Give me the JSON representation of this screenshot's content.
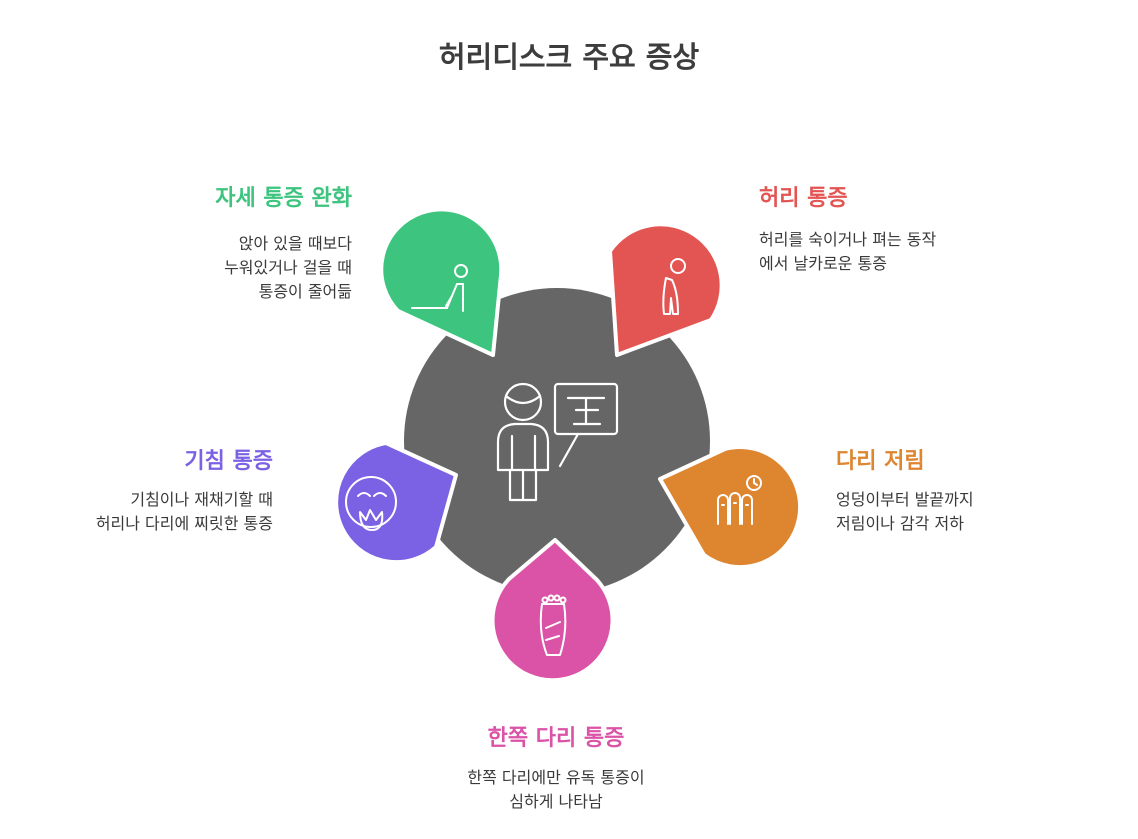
{
  "title": "허리디스크 주요 증상",
  "colors": {
    "hub": "#666666",
    "green": "#3DC47E",
    "red": "#E35553",
    "orange": "#DE8530",
    "pink": "#DB53A7",
    "purple": "#7B62E4",
    "icon_stroke": "#ffffff"
  },
  "symptoms": [
    {
      "key": "posture_relief",
      "heading": "자세 통증 완화",
      "lines": [
        "앉아 있을 때보다",
        "누워있거나 걸을 때",
        "통증이 줄어듦"
      ],
      "color": "#3DC47E",
      "icon": "lying-stretch-icon"
    },
    {
      "key": "back_pain",
      "heading": "허리 통증",
      "lines": [
        "허리를 숙이거나 펴는 동작",
        "에서 날카로운 통증"
      ],
      "color": "#E35553",
      "icon": "bending-person-icon"
    },
    {
      "key": "leg_numbness",
      "heading": "다리 저림",
      "lines": [
        "엉덩이부터 발끝까지",
        "저림이나 감각 저하"
      ],
      "color": "#DE8530",
      "icon": "numb-fingers-icon"
    },
    {
      "key": "one_leg_pain",
      "heading": "한쪽 다리 통증",
      "lines": [
        "한쪽 다리에만 유독 통증이",
        "심하게 나타남"
      ],
      "color": "#DB53A7",
      "icon": "foot-icon"
    },
    {
      "key": "cough_pain",
      "heading": "기침 통증",
      "lines": [
        "기침이나 재채기할 때",
        "허리나 다리에 찌릿한 통증"
      ],
      "color": "#7B62E4",
      "icon": "coughing-face-icon"
    }
  ]
}
